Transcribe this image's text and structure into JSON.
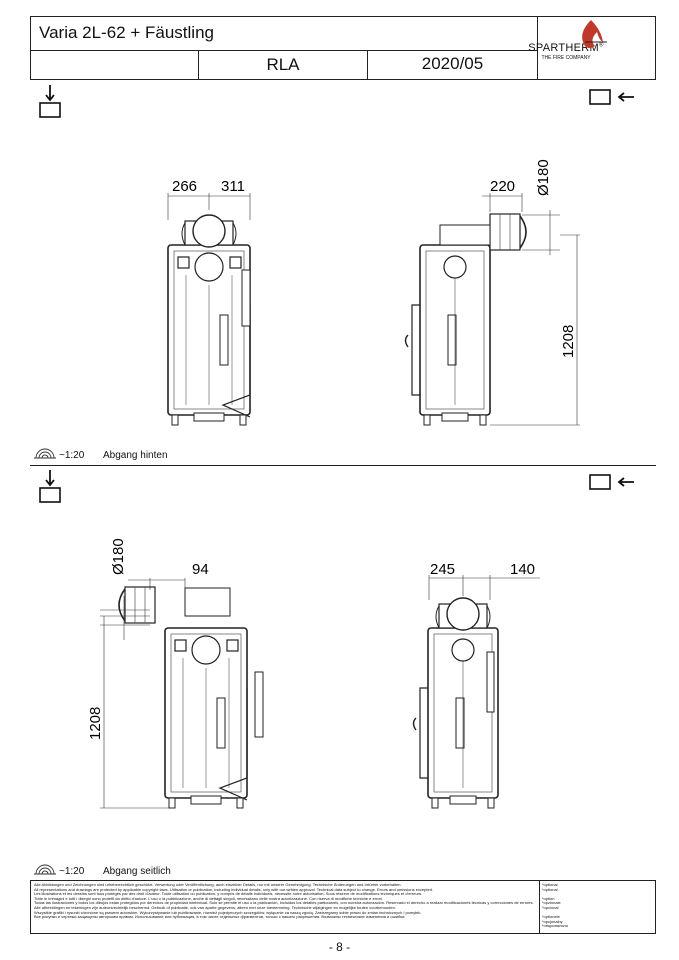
{
  "header": {
    "title": "Varia 2L-62 + Fäustling",
    "variant": "RLA",
    "date": "2020/05",
    "brand": "SPARTHERM",
    "brand_reg": "®",
    "tagline": "THE FIRE COMPANY"
  },
  "views": {
    "top_left": {
      "dim_a": "266",
      "dim_b": "311"
    },
    "top_right": {
      "dim_a": "220",
      "dim_diam": "Ø180",
      "dim_height": "1208"
    },
    "bottom_left": {
      "dim_diam": "Ø180",
      "dim_a": "94",
      "dim_height": "1208"
    },
    "bottom_right": {
      "dim_a": "245",
      "dim_b": "140"
    }
  },
  "sections": [
    {
      "scale": "~1:20",
      "caption": "Abgang hinten"
    },
    {
      "scale": "~1:20",
      "caption": "Abgang seitlich"
    }
  ],
  "disclaimer": {
    "lines": [
      "Alle Abbildungen und Zeichnungen sind urheberrechtlich geschützt. Verwertung oder Veröffentlichung, auch einzelner Details, nur mit unserer Genehmigung. Technische Änderungen und Irrtümer vorbehalten.",
      "All representations and drawings are protected by applicable copyright laws. Utilisation or publication, including individual details, only with our written approval. Technical data subject to change. Errors and omissions excepted.",
      "Les illustrations et les dessins sont tous protégés par des droit d'auteur. Toute utilisation ou publication, y compris de détails individuels, nécessite notre autorisation. Sous réserve de modifications techniques et d'erreurs.",
      "Tutte le immagini e tutti i disegni sono protetti da diritto d'autore. L'uso o la pubblicazione, anche di dettagli singoli, necessitano delle nostra autorizzazione. Con riserva di modifiche tecniche e errori.",
      "Todas las ilustraciones y todos los dibujos están protegidos por derechos de propiedad intelectual. Solo se permite el uso o la publicación, incluidos los detalles particulares, con nuestra autorización. Reservado el derecho a realizar modificaciones técnicas y correcciones de errores.",
      "Alle afbeeldingen en tekeningen zijn auteursrechtelijk beschermd. Gebruik of publicatie, ook van aparte gegevens, alleen met onze toestemming. Technische wijzigingen en mogelijke fouten voorbehouden.",
      "Wszystkie grafiki i rysunki chronione są prawem autorskim. Wykorzystywanie lub publikowanie, również pojedynczych szczegółów, wyłącznie za naszą zgodą. Zastrzegamy sobie prawo do zmian technicznych i pomyłek.",
      "Все рисунки и чертежи защищены авторским правом. Использование или публикация, в том числе отдельных фрагментов, только с нашего разрешения. Возможны технические изменения и ошибки."
    ],
    "optional": [
      "*optional",
      "*optional",
      "",
      "*option",
      "*opzionale",
      "*opcional",
      "",
      "*optionele",
      "*opcjonalny",
      "*опционально"
    ]
  },
  "page_number": "- 8 -"
}
